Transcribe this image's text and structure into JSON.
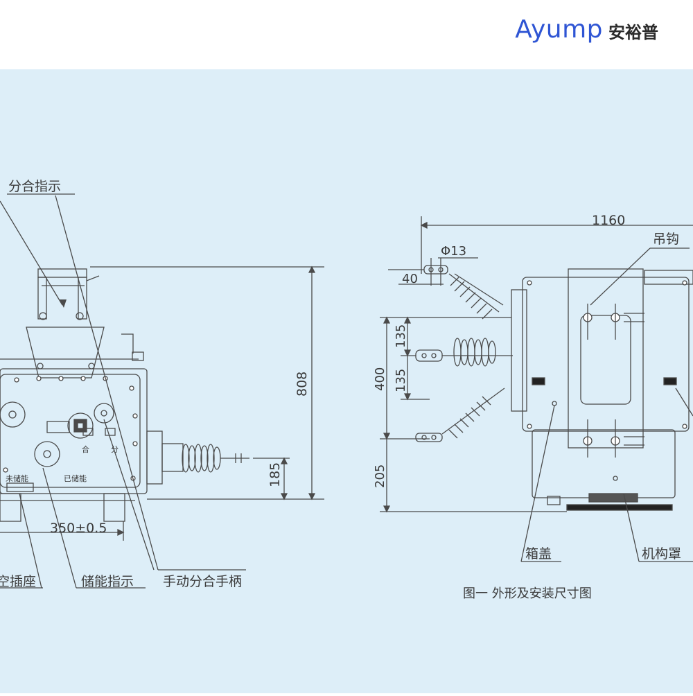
{
  "brand": {
    "name_en": "Ayump",
    "name_cn": "安裕普",
    "color": "#2f55d4"
  },
  "diagram": {
    "caption": "图一  外形及安装尺寸图",
    "labels": {
      "open_close_indicator": "分合指示",
      "control_socket": "空插座",
      "energy_indicator": "储能指示",
      "manual_handle": "手动分合手柄",
      "lifting_hook": "吊钩",
      "box_cover": "箱盖",
      "mechanism_cover": "机构罩"
    },
    "panel_text": {
      "close": "合",
      "open": "分",
      "not_charged": "未储能",
      "charged": "已储能"
    },
    "dimensions": {
      "height_total": "808",
      "height_terminal": "185",
      "width_mount": "350±0.5",
      "length_total": "1160",
      "hole_dia": "Φ13",
      "terminal_offset": "40",
      "pitch_1": "135",
      "pitch_2": "135",
      "span": "400",
      "base_height": "205"
    }
  }
}
